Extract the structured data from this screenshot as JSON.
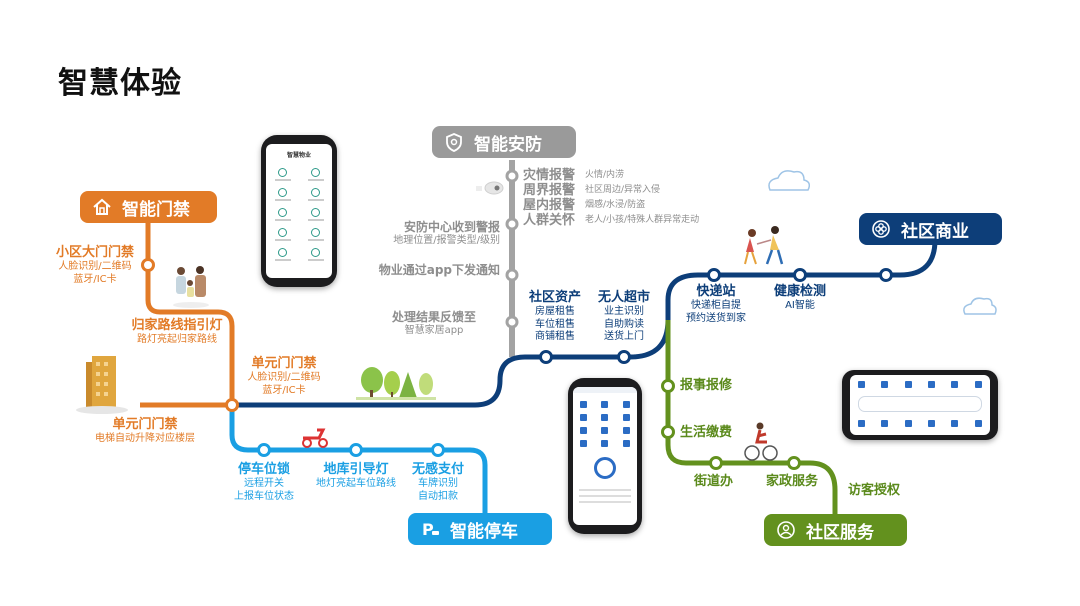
{
  "title": "智慧体验",
  "lines": {
    "smart_gate": "智能门禁",
    "smart_security": "智能安防",
    "community_business": "社区商业",
    "smart_parking": "智能停车",
    "community_service": "社区服务"
  },
  "gate_stations": {
    "estate_gate": {
      "name": "小区大门门禁",
      "d1": "人脸识别/二维码",
      "d2": "蓝牙/IC卡"
    },
    "homeward_light": {
      "name": "归家路线指引灯",
      "d1": "路灯亮起归家路线"
    },
    "unit_gate_lift": {
      "name": "单元门门禁",
      "d1": "电梯自动升降对应楼层"
    },
    "unit_gate_auth": {
      "name": "单元门门禁",
      "d1": "人脸识别/二维码",
      "d2": "蓝牙/IC卡"
    }
  },
  "security_stations": {
    "center_alarm": {
      "name": "安防中心收到警报",
      "d1": "地理位置/报警类型/级别"
    },
    "app_notice": {
      "name": "物业通过app下发通知"
    },
    "feedback": {
      "name": "处理结果反馈至",
      "d1": "智慧家居app"
    },
    "alarms": [
      {
        "name": "灾情报警",
        "desc": "火情/内涝"
      },
      {
        "name": "周界报警",
        "desc": "社区周边/异常入侵"
      },
      {
        "name": "屋内报警",
        "desc": "烟感/水浸/防盗"
      },
      {
        "name": "人群关怀",
        "desc": "老人/小孩/特殊人群异常走动"
      }
    ]
  },
  "business_stations": {
    "assets": {
      "name": "社区资产",
      "items": [
        "房屋租售",
        "车位租售",
        "商铺租售"
      ]
    },
    "supermarket": {
      "name": "无人超市",
      "items": [
        "业主识别",
        "自助购读",
        "送货上门"
      ]
    },
    "courier": {
      "name": "快递站",
      "items": [
        "快递柜自提",
        "预约送货到家"
      ]
    },
    "health": {
      "name": "健康检测",
      "items": [
        "AI智能"
      ]
    }
  },
  "parking_stations": {
    "lock": {
      "name": "停车位锁",
      "items": [
        "远程开关",
        "上报车位状态"
      ]
    },
    "garage_light": {
      "name": "地库引导灯",
      "items": [
        "地灯亮起车位路线"
      ]
    },
    "nosense_pay": {
      "name": "无感支付",
      "items": [
        "车牌识别",
        "自动扣款"
      ]
    }
  },
  "service_stations": {
    "report_repair": "报事报修",
    "utility_pay": "生活缴费",
    "street_office": "街道办",
    "housekeeping": "家政服务",
    "visitor_auth": "访客授权"
  },
  "phone_screen_title": "智慧物业",
  "colors": {
    "orange": "#e27b27",
    "navy": "#0d3e79",
    "cyan": "#1a9fe3",
    "green": "#63911e",
    "gray": "#9a9a9a"
  }
}
